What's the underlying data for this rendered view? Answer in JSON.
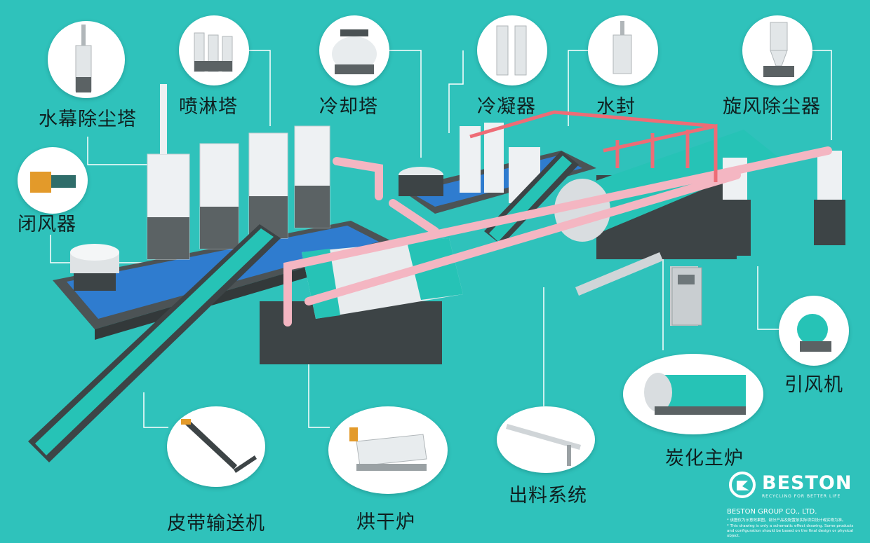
{
  "labels": {
    "water_curtain_tower": "水幕除尘塔",
    "spray_tower": "喷淋塔",
    "cooling_tower": "冷却塔",
    "condenser": "冷凝器",
    "water_seal": "水封",
    "cyclone_dust_collector": "旋风除尘器",
    "airlock": "闭风器",
    "belt_conveyor": "皮带输送机",
    "dryer": "烘干炉",
    "discharge_system": "出料系统",
    "carbonization_furnace": "炭化主炉",
    "induced_draft_fan": "引风机"
  },
  "brand": {
    "wordmark": "BESTON",
    "tagline": "RECYCLING FOR BETTER LIFE",
    "company": "BESTON GROUP CO., LTD.",
    "note_cn": "* 该图仅为示意效果图，部分产品及配置依实际项目设计或实物为准。",
    "note_en": "* This drawing is only a schematic effect drawing. Some products and configuration should be based on the final design or physical object."
  },
  "colors": {
    "background": "#2fc2bb",
    "pipe": "#f4b6c2",
    "accent": "#20b7ad",
    "frame": "#3d4446"
  }
}
